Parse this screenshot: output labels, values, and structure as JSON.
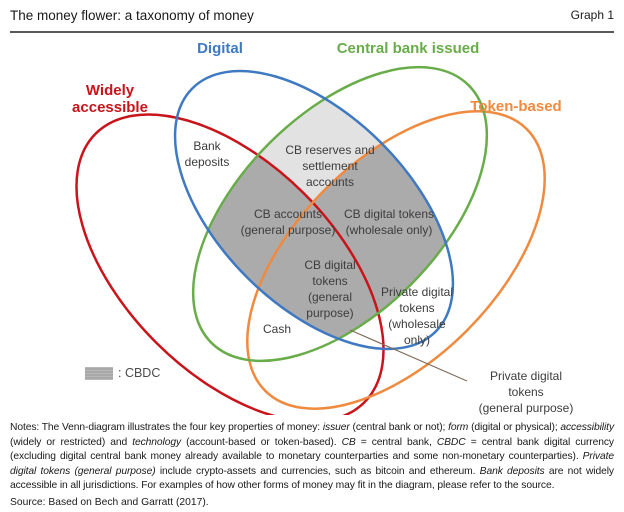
{
  "header": {
    "title": "The money flower: a taxonomy of money",
    "graph_label": "Graph 1"
  },
  "colors": {
    "digital": "#3E79C2",
    "central_bank_issued": "#69AC4A",
    "widely_accessible": "#C8141A",
    "token_based": "#EF8A3F",
    "region_light": "#E2E2E2",
    "region_dark": "#ABABAB",
    "leader_line": "#7E6D59",
    "legend_swatch": "#A8A8A8"
  },
  "sets": {
    "digital": "Digital",
    "central_bank_issued": "Central bank issued",
    "widely_accessible": "Widely\naccessible",
    "token_based": "Token-based"
  },
  "regions": {
    "bank_deposits": "Bank\ndeposits",
    "cb_reserves": "CB reserves and\nsettlement\naccounts",
    "cb_accounts": "CB accounts\n(general purpose)",
    "cb_tokens_wholesale": "CB digital tokens\n(wholesale only)",
    "cb_tokens_general": "CB digital\ntokens\n(general\npurpose)",
    "cash": "Cash",
    "private_tokens_wholesale": "Private digital\ntokens\n(wholesale\nonly)",
    "private_tokens_general": "Private digital tokens\n(general purpose)"
  },
  "legend": {
    "label": ": CBDC"
  },
  "notes": {
    "segments": [
      {
        "text": "Notes: The Venn-diagram illustrates the four key properties of money: ",
        "italic": false
      },
      {
        "text": "issuer",
        "italic": true
      },
      {
        "text": " (central bank or not); ",
        "italic": false
      },
      {
        "text": "form",
        "italic": true
      },
      {
        "text": " (digital or physical); ",
        "italic": false
      },
      {
        "text": "accessibility",
        "italic": true
      },
      {
        "text": " (widely or restricted) and ",
        "italic": false
      },
      {
        "text": "technology",
        "italic": true
      },
      {
        "text": " (account-based or token-based). ",
        "italic": false
      },
      {
        "text": "CB",
        "italic": true
      },
      {
        "text": " = central bank, ",
        "italic": false
      },
      {
        "text": "CBDC",
        "italic": true
      },
      {
        "text": " = central bank digital currency (excluding digital central bank money already available to monetary counterparties and some non-monetary counterparties). ",
        "italic": false
      },
      {
        "text": "Private digital tokens (general purpose)",
        "italic": true
      },
      {
        "text": " include crypto-assets and currencies, such as bitcoin and ethereum. ",
        "italic": false
      },
      {
        "text": "Bank deposits",
        "italic": true
      },
      {
        "text": " are not widely accessible in all jurisdictions. For examples of how other forms of money may fit in the diagram, please refer to the source.",
        "italic": false
      }
    ]
  },
  "source": "Source: Based on Bech and Garratt (2017)."
}
